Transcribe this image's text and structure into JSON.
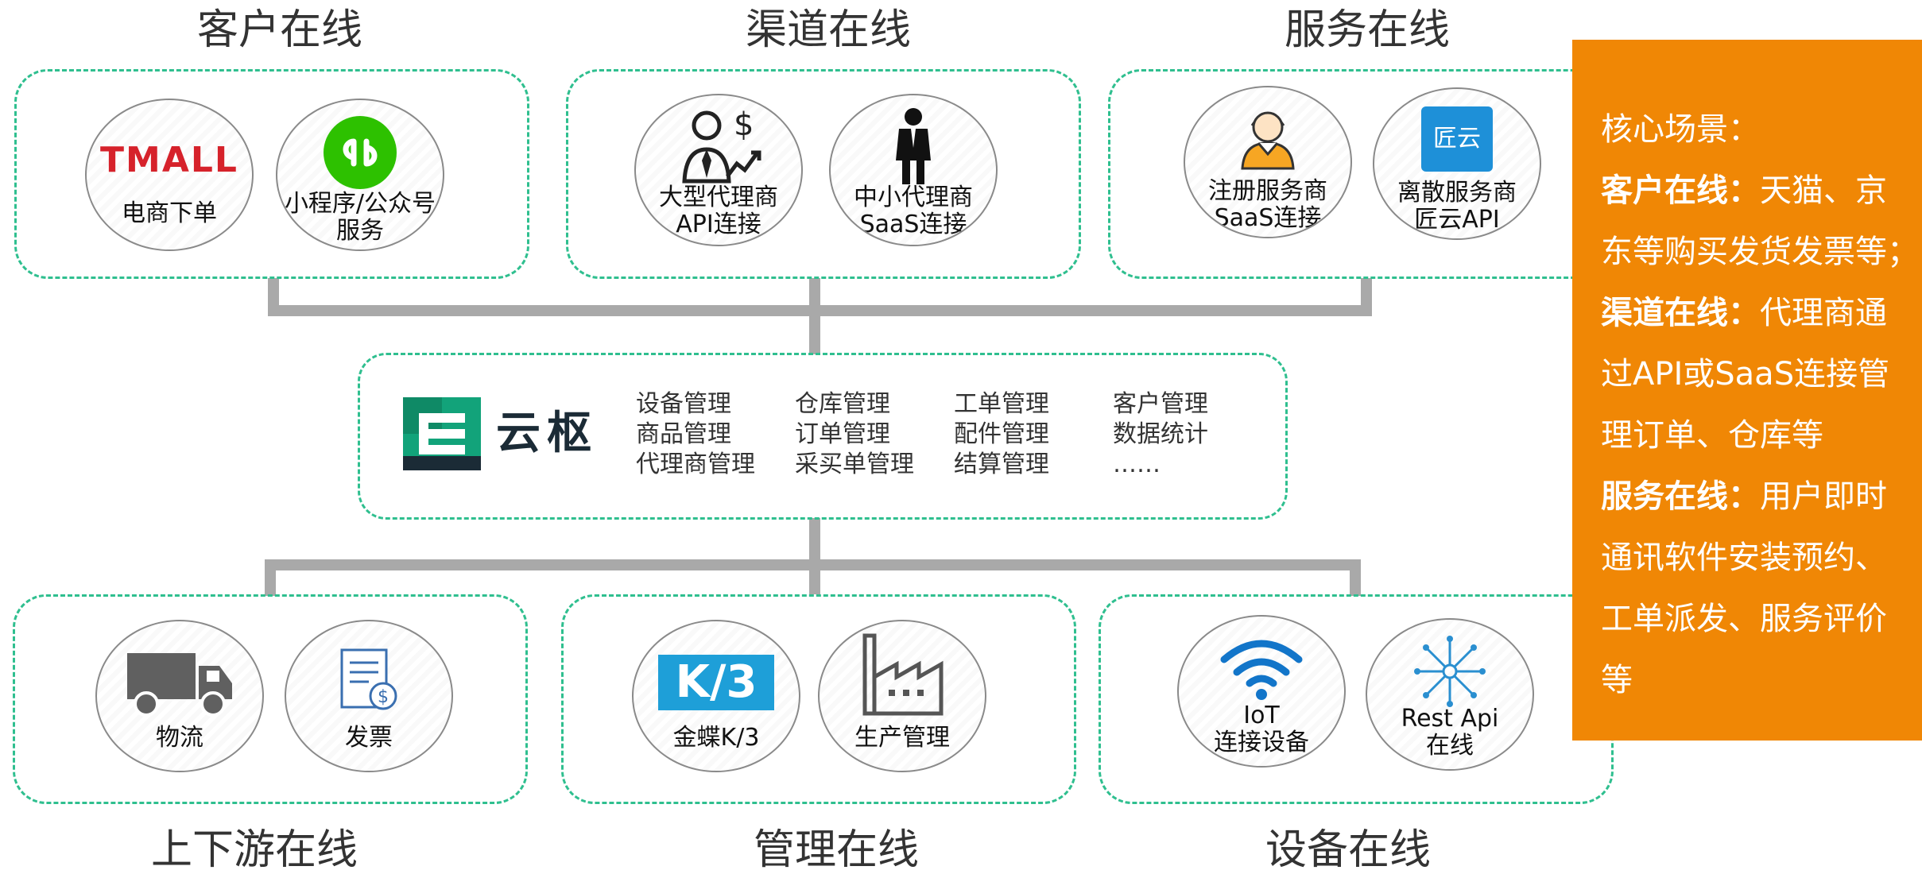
{
  "groups": {
    "customer_online": "客户在线",
    "channel_online": "渠道在线",
    "service_online": "服务在线",
    "upstream_online": "上下游在线",
    "management_online": "管理在线",
    "device_online": "设备在线"
  },
  "nodes": {
    "tmall_logo": "TMALL",
    "ecommerce": "电商下单",
    "mini_program_1": "小程序/公众号",
    "mini_program_2": "服务",
    "large_agent_1": "大型代理商",
    "large_agent_2": "API连接",
    "small_agent_1": "中小代理商",
    "small_agent_2": "SaaS连接",
    "registered_sp_1": "注册服务商",
    "registered_sp_2": "SaaS连接",
    "scattered_sp_1": "离散服务商",
    "scattered_sp_2": "匠云API",
    "jiangyun_logo": "匠云",
    "logistics": "物流",
    "invoice": "发票",
    "kingdee": "金蝶K/3",
    "kingdee_logo": "K/3",
    "production": "生产管理",
    "iot_1": "IoT",
    "iot_2": "连接设备",
    "rest_1": "Rest Api",
    "rest_2": "在线"
  },
  "center": {
    "brand": "云枢",
    "modules": [
      "设备管理",
      "仓库管理",
      "工单管理",
      "客户管理",
      "商品管理",
      "订单管理",
      "配件管理",
      "数据统计",
      "代理商管理",
      "采买单管理",
      "结算管理",
      "……"
    ]
  },
  "side_panel": {
    "heading": "核心场景：",
    "line1_bold": "客户在线：",
    "line1_rest": "天猫、京",
    "line2": "东等购买发货发票等；",
    "line3_bold": "渠道在线：",
    "line3_rest": "代理商通",
    "line4": "过API或SaaS连接管",
    "line5": "理订单、仓库等",
    "line6_bold": "服务在线：",
    "line6_rest": "用户即时",
    "line7": "通讯软件安装预约、",
    "line8": "工单派发、服务评价",
    "line9": "等"
  },
  "colors": {
    "dashed_border": "#2fbf8f",
    "connector": "#a9a9a9",
    "side_panel": "#f08705",
    "tmall_red": "#d6222b",
    "wechat_green": "#2dc100",
    "brand_teal": "#12a37a",
    "kingdee_blue": "#1e9fd8",
    "wifi_blue": "#1275c9"
  }
}
